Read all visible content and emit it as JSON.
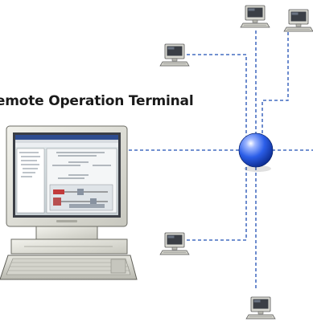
{
  "diagram": {
    "terminal_label": "Remote Operation Terminal",
    "nodes": [
      {
        "id": "hub",
        "type": "network-hub",
        "color": "#1a4fd6"
      },
      {
        "id": "main-terminal",
        "type": "desktop-computer",
        "screen": "operation-software-window"
      },
      {
        "id": "pc-top-left",
        "type": "small-computer"
      },
      {
        "id": "pc-top-center",
        "type": "small-computer"
      },
      {
        "id": "pc-top-right",
        "type": "small-computer"
      },
      {
        "id": "pc-bottom-left",
        "type": "small-computer"
      },
      {
        "id": "pc-bottom-center",
        "type": "small-computer"
      }
    ],
    "edges": [
      {
        "from": "hub",
        "to": "main-terminal"
      },
      {
        "from": "hub",
        "to": "pc-top-left"
      },
      {
        "from": "hub",
        "to": "pc-top-center"
      },
      {
        "from": "hub",
        "to": "pc-top-right"
      },
      {
        "from": "hub",
        "to": "pc-bottom-left"
      },
      {
        "from": "hub",
        "to": "pc-bottom-center"
      },
      {
        "from": "hub",
        "to": "off-page-right"
      }
    ],
    "colors": {
      "link": "#1f4fb4",
      "hub": "#1a4fd6"
    }
  }
}
